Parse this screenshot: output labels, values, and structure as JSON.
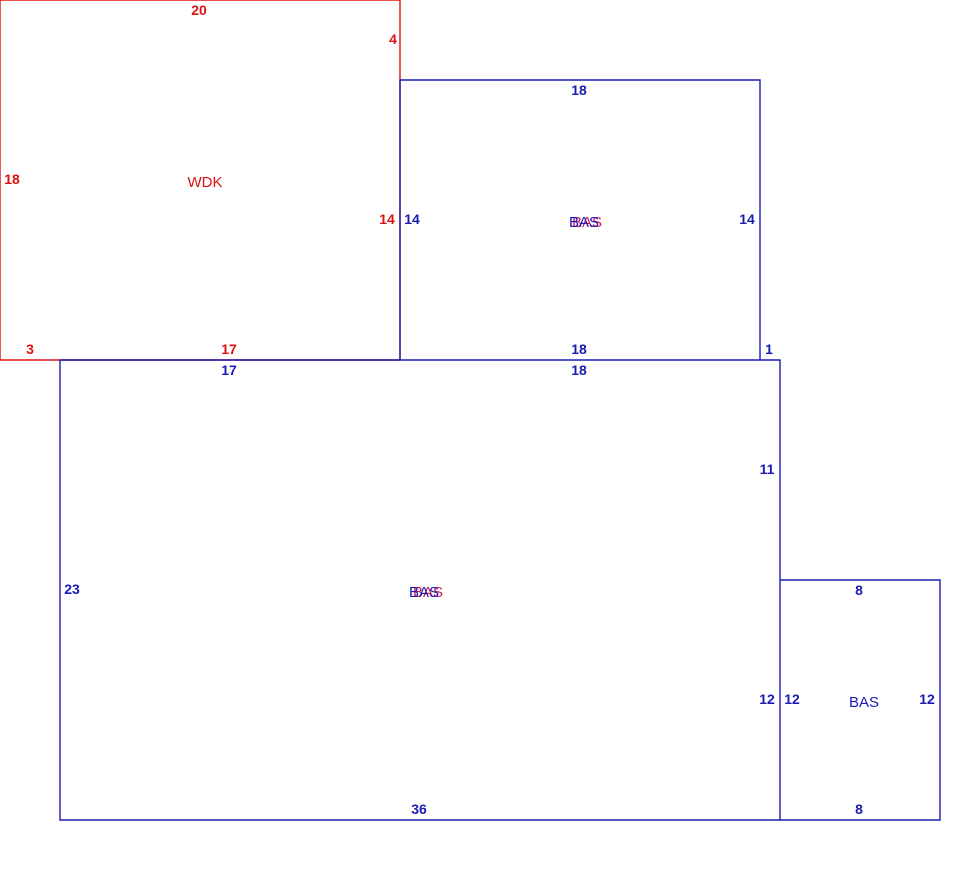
{
  "colors": {
    "wdk": "#dd1111",
    "bas": "#1a1ab4",
    "bas_overlay": "#cc1a55"
  },
  "areas": {
    "wdk": {
      "label": "WDK",
      "dims": {
        "top": "20",
        "top_right": "4",
        "left": "18",
        "right": "14",
        "bottom_left": "3",
        "bottom": "17"
      }
    },
    "bas_upper": {
      "label": "BAS",
      "overlay_label": "BAS",
      "dims": {
        "top": "18",
        "left": "14",
        "right": "14",
        "bottom": "18",
        "step": "1"
      }
    },
    "bas_main": {
      "label": "BAS",
      "overlay_label": "BAS",
      "dims": {
        "top_left": "17",
        "top_right": "18",
        "left": "23",
        "right_upper": "11",
        "right_lower": "12",
        "bottom": "36"
      }
    },
    "bas_side": {
      "label": "BAS",
      "dims": {
        "top": "8",
        "left": "12",
        "right": "12",
        "bottom": "8"
      }
    }
  }
}
